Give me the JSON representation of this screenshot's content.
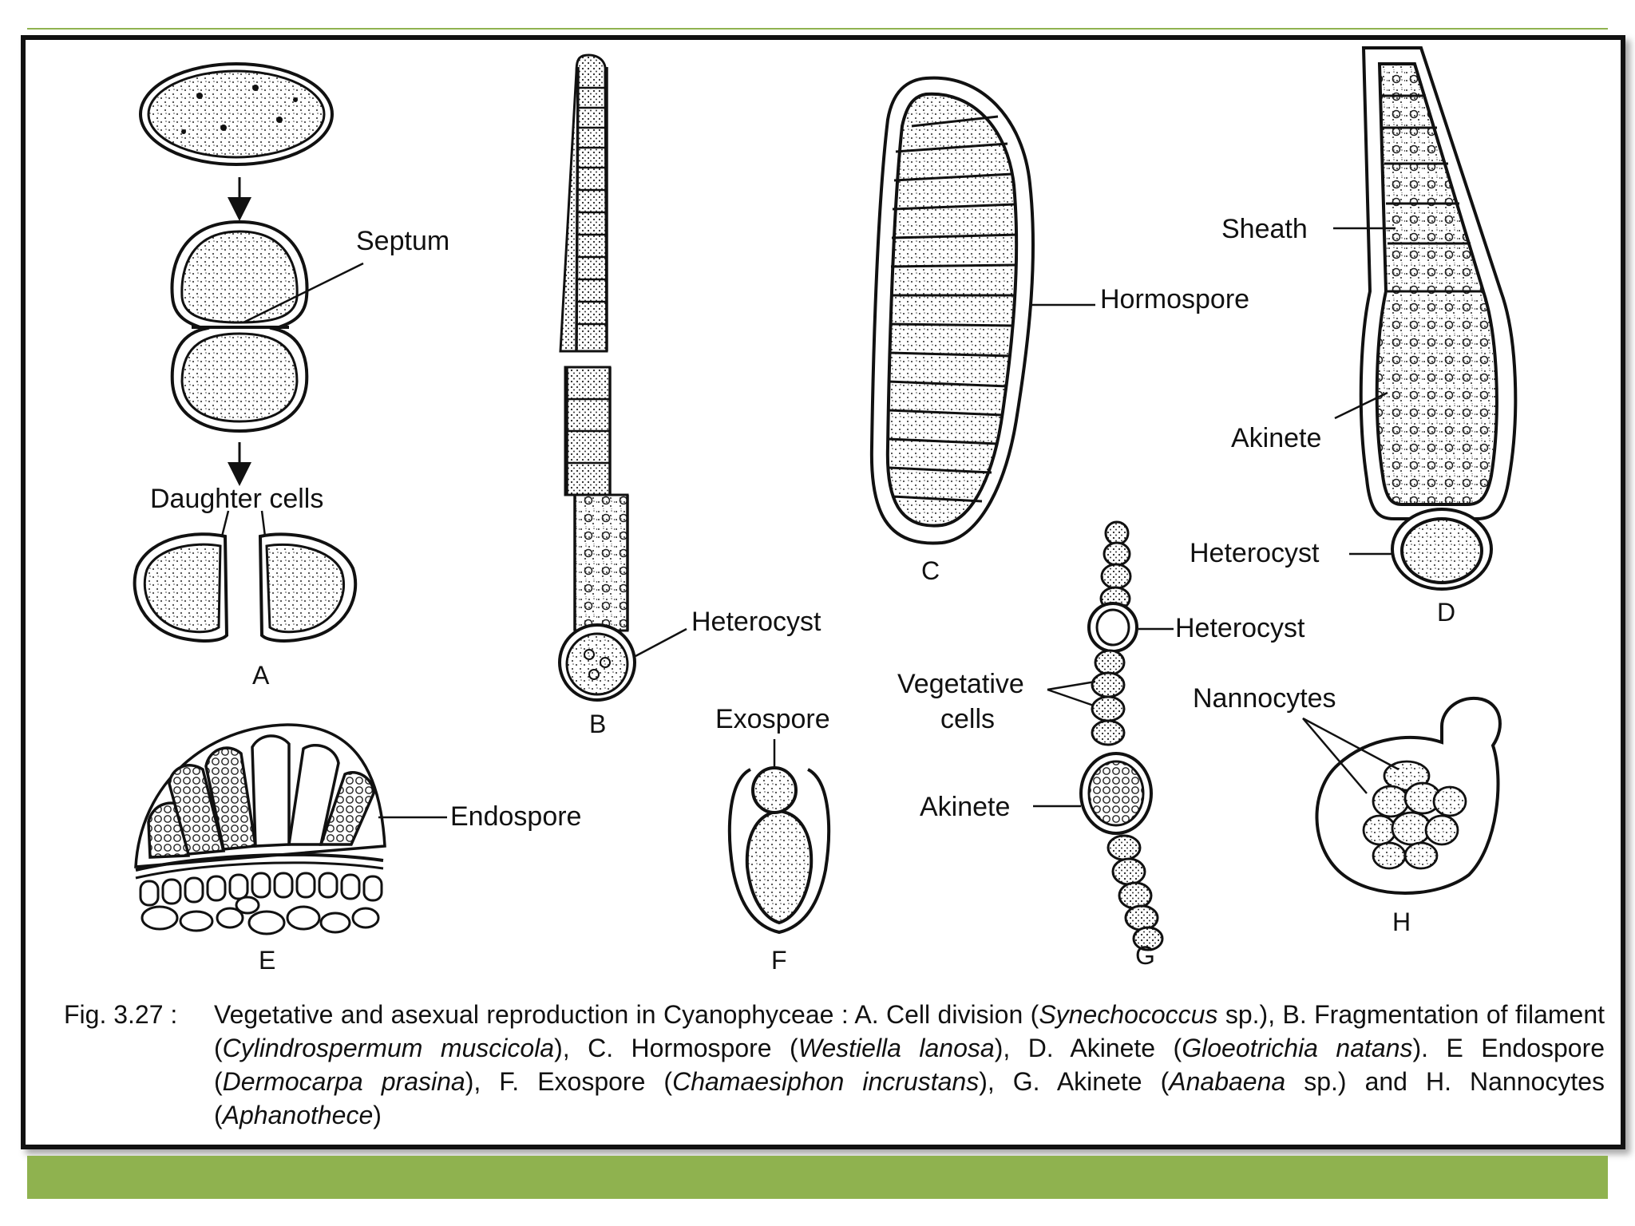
{
  "labels": {
    "septum": "Septum",
    "daughter_cells": "Daughter cells",
    "heterocyst_b": "Heterocyst",
    "hormospore": "Hormospore",
    "sheath": "Sheath",
    "akinete_d": "Akinete",
    "heterocyst_d": "Heterocyst",
    "endospore": "Endospore",
    "exospore": "Exospore",
    "vegetative_cells_1": "Vegetative",
    "vegetative_cells_2": "cells",
    "akinete_g": "Akinete",
    "heterocyst_g": "Heterocyst",
    "nannocytes": "Nannocytes"
  },
  "letters": {
    "a": "A",
    "b": "B",
    "c": "C",
    "d": "D",
    "e": "E",
    "f": "F",
    "g": "G",
    "h": "H"
  },
  "caption": {
    "fig_no": "Fig. 3.27 :",
    "t1": "Vegetative and asexual reproduction in Cyanophyceae : A. Cell division (",
    "i1": "Synechococcus",
    "t2": " sp.), B. Fragmentation of filament (",
    "i2": "Cylindrospermum muscicola",
    "t3": "), C. Hormospore (",
    "i3": "Westiella lanosa",
    "t4": "), D. Akinete (",
    "i4": "Gloeotrichia natans",
    "t5": "). E Endospore (",
    "i5": "Dermocarpa prasina",
    "t6": "), F. Exospore (",
    "i6": "Chamaesiphon incrustans",
    "t7": "), G. Akinete (",
    "i7": "Anabaena",
    "t8": " sp.) and H. Nannocytes (",
    "i8": "Aphanothece",
    "t9": ")"
  },
  "colors": {
    "accent_green": "#8fb24f",
    "frame": "#111111"
  }
}
